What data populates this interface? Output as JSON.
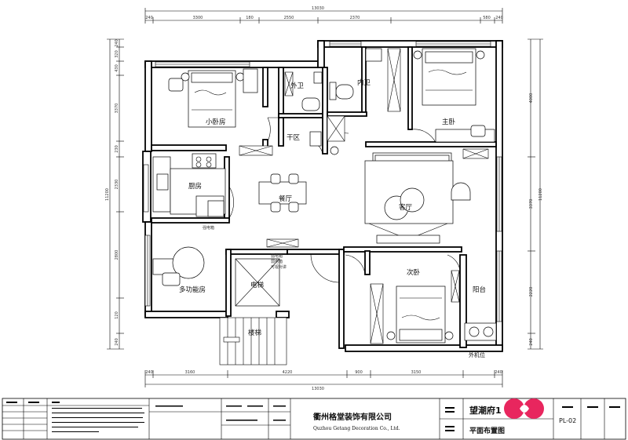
{
  "rooms": {
    "small_bedroom": "小卧房",
    "outer_wc": "外卫",
    "inner_wc": "内卫",
    "master_bedroom": "主卧",
    "dry_area": "干区",
    "kitchen": "厨房",
    "dining": "餐厅",
    "living": "客厅",
    "multi_room": "多功能房",
    "elevator": "电梯",
    "stairs": "楼梯",
    "second_bedroom": "次卧",
    "balcony": "阳台",
    "outdoor_unit": "外机位"
  },
  "notes": {
    "meter_box": "强电箱",
    "weak_box": "弱电箱",
    "weak_box2": "弱电箱",
    "gas_meter": "可视对讲"
  },
  "dimensions": {
    "top_total": "13030",
    "bottom_total": "13030",
    "left_total": "11200",
    "right_total": "11200",
    "top_segments": [
      "240",
      "3300",
      "180",
      "2550",
      "2370",
      "580",
      "240"
    ],
    "bottom_segments": [
      "240",
      "3160",
      "4220",
      "900",
      "3150",
      "240"
    ],
    "left_segments": [
      "240",
      "320",
      "430",
      "3370",
      "230",
      "2330",
      "2800",
      "120",
      "240"
    ],
    "right_segments": [
      "4000",
      "3370",
      "2220",
      "240"
    ]
  },
  "title_block": {
    "company_cn": "衢州格堂装饰有限公司",
    "company_en": "Quzhou Getang Decoration Co., Ltd.",
    "project": "望潮府1",
    "drawing_name": "平面布置图",
    "drawing_no": "PL-02"
  },
  "colors": {
    "logo": "#e8265e",
    "line": "#000000"
  }
}
